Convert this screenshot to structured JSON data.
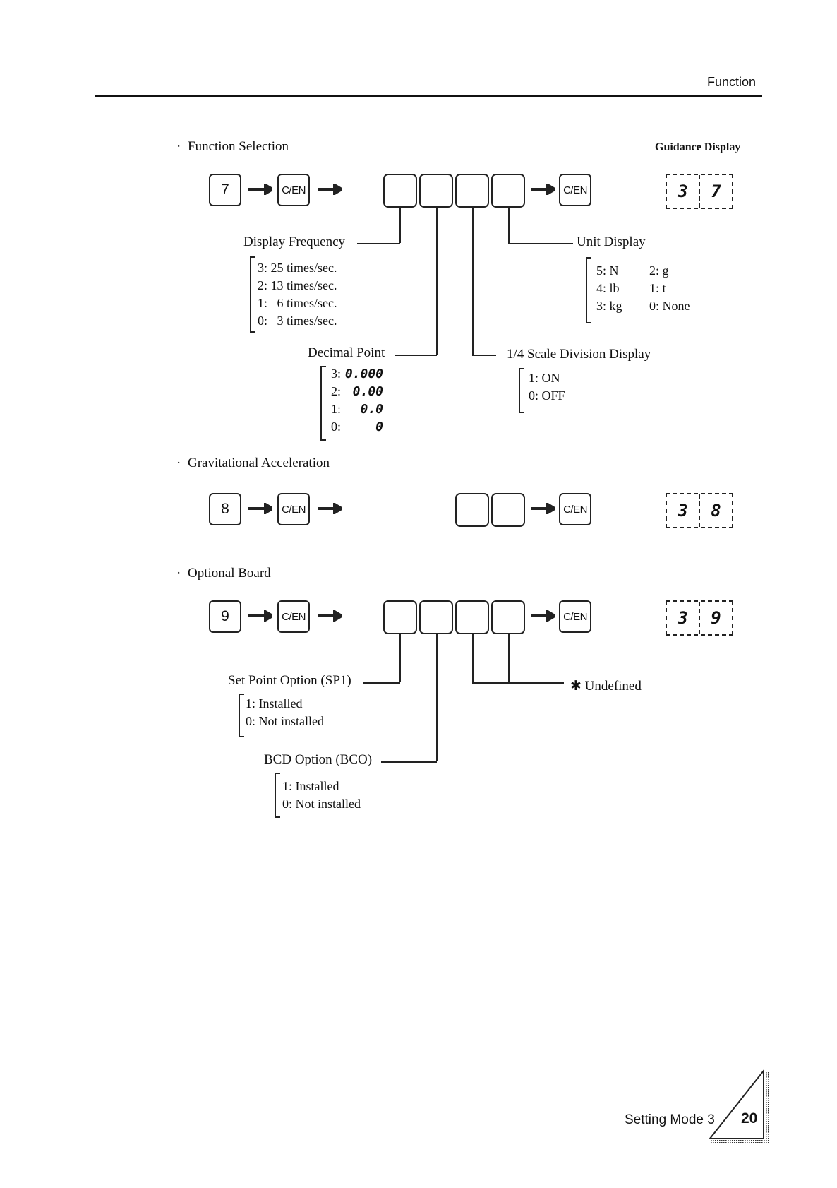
{
  "header": {
    "title": "Function"
  },
  "guidance_header": "Guidance Display",
  "sections": {
    "function_selection": {
      "title": "Function Selection",
      "key": "7",
      "cen": "C/EN",
      "guidance": [
        "3",
        "7"
      ],
      "display_frequency": {
        "label": "Display Frequency",
        "options": [
          "3: 25 times/sec.",
          "2: 13 times/sec.",
          "1:   6 times/sec.",
          "0:   3 times/sec."
        ]
      },
      "unit_display": {
        "label": "Unit Display",
        "col1": [
          "5: N",
          "4: lb",
          "3: kg"
        ],
        "col2": [
          "2: g",
          "1: t",
          "0: None"
        ]
      },
      "decimal_point": {
        "label": "Decimal Point",
        "options": [
          {
            "code": "3:",
            "value": "0.000"
          },
          {
            "code": "2:",
            "value": "0.00"
          },
          {
            "code": "1:",
            "value": "0.0"
          },
          {
            "code": "0:",
            "value": "0"
          }
        ]
      },
      "scale_division": {
        "label": "1/4 Scale Division Display",
        "options": [
          "1: ON",
          "0: OFF"
        ]
      }
    },
    "gravitational": {
      "title": "Gravitational Acceleration",
      "key": "8",
      "cen": "C/EN",
      "guidance": [
        "3",
        "8"
      ]
    },
    "optional_board": {
      "title": "Optional Board",
      "key": "9",
      "cen": "C/EN",
      "guidance": [
        "3",
        "9"
      ],
      "set_point": {
        "label": "Set Point Option (SP1)",
        "options": [
          "1: Installed",
          "0: Not installed"
        ]
      },
      "bcd": {
        "label": "BCD Option (BCO)",
        "options": [
          "1: Installed",
          "0: Not installed"
        ]
      },
      "undefined_label": "✱ Undefined"
    }
  },
  "footer": {
    "chapter": "Setting Mode 3",
    "page": "20"
  }
}
